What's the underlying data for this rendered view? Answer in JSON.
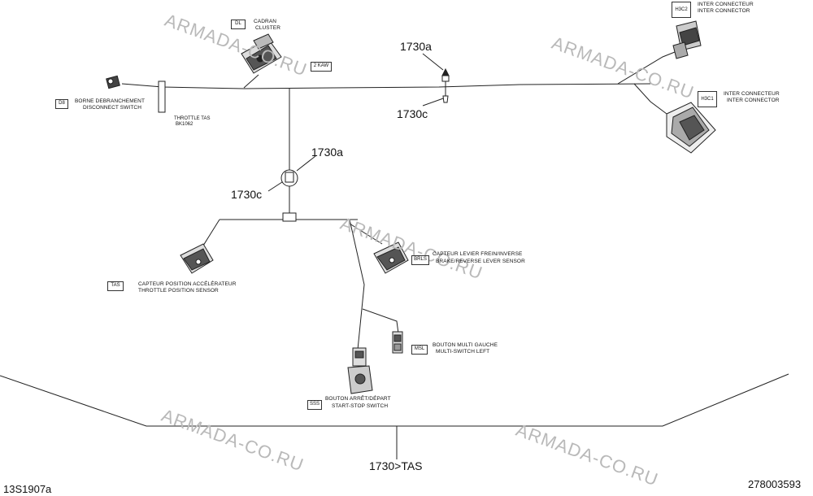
{
  "watermark": "ARMADA-CO.RU",
  "refs": {
    "top_a": "1730a",
    "top_c": "1730c",
    "mid_a": "1730a",
    "mid_c": "1730c",
    "bottom": "1730>TAS"
  },
  "components": {
    "cluster": {
      "code": "DL",
      "label_fr": "CADRAN",
      "label_en": "CLUSTER"
    },
    "disconnect": {
      "code": "D8",
      "label_fr": "BORNE DEBRANCHEMENT",
      "label_en": "DISCONNECT SWITCH"
    },
    "throttle_tag": {
      "line1": "THROTTLE TAS",
      "line2": "BK1062"
    },
    "wire_tag": "2 KAW",
    "inter_connector_top": {
      "code": "H3C2",
      "label_fr": "INTER CONNECTEUR",
      "label_en": "INTER CONNECTOR"
    },
    "inter_connector_right": {
      "code": "H3C1",
      "label_fr": "INTER CONNECTEUR",
      "label_en": "INTER CONNECTOR"
    },
    "throttle_sensor": {
      "code": "TAS",
      "label_fr": "CAPTEUR POSITION ACCÉLÉRATEUR",
      "label_en": "THROTTLE POSITION SENSOR"
    },
    "brake_sensor": {
      "code": "BRLS",
      "label_fr": "CAPTEUR LEVIER FREIN/INVERSE",
      "label_en": "BRAKE/REVERSE LEVER SENSOR"
    },
    "multi_switch": {
      "code": "MSL",
      "label_fr": "BOUTON MULTI GAUCHE",
      "label_en": "MULTI-SWITCH LEFT"
    },
    "start_stop": {
      "code": "SSS",
      "label_fr": "BOUTON ARRÊT/DÉPART",
      "label_en": "START-STOP SWITCH"
    }
  },
  "footer": {
    "left": "13S1907a",
    "right": "278003593"
  }
}
